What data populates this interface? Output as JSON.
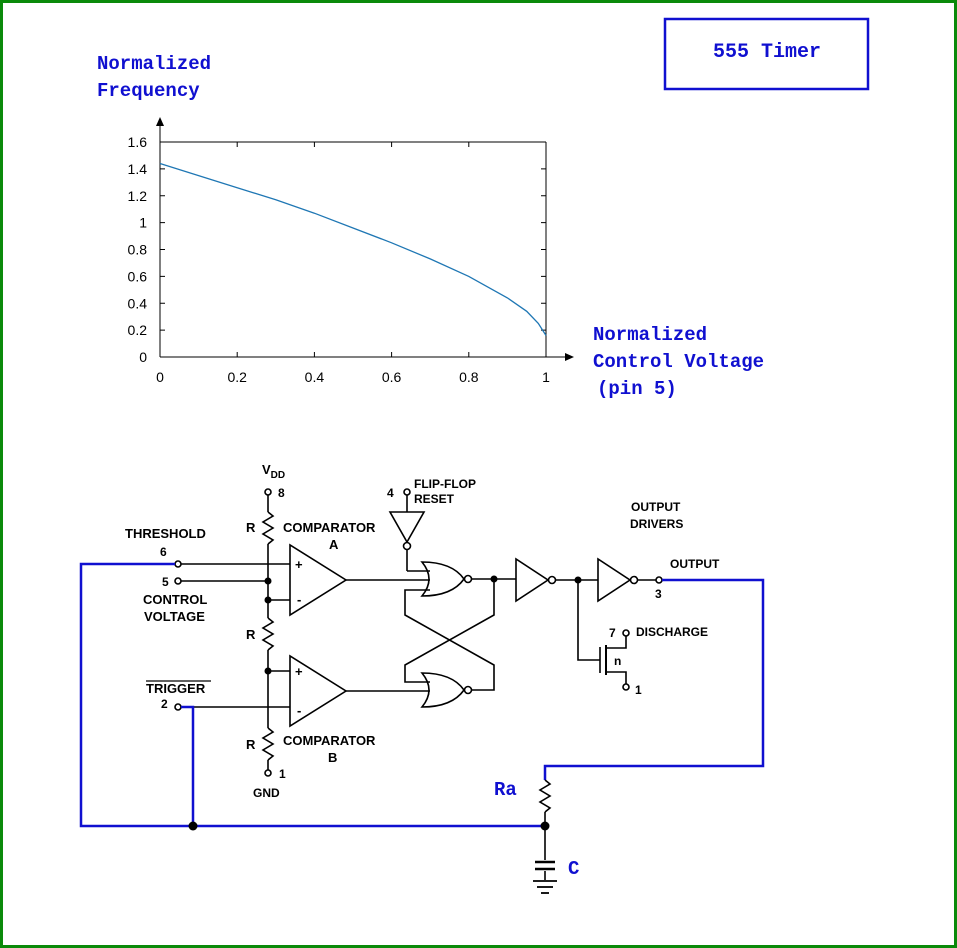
{
  "title_box": {
    "text": "555 Timer"
  },
  "colors": {
    "frame": "#0a8a0a",
    "accent": "#1010d0",
    "curve": "#1f77b4"
  },
  "chart_data": {
    "type": "line",
    "ylabel_lines": [
      "Normalized",
      "Frequency"
    ],
    "xlabel_lines": [
      "Normalized",
      "Control Voltage",
      "(pin 5)"
    ],
    "xlim": [
      0,
      1
    ],
    "ylim": [
      0,
      1.6
    ],
    "xticks": [
      0,
      0.2,
      0.4,
      0.6,
      0.8,
      1
    ],
    "yticks": [
      0,
      0.2,
      0.4,
      0.6,
      0.8,
      1,
      1.2,
      1.4,
      1.6
    ],
    "xtick_labels": [
      "0",
      "0.2",
      "0.4",
      "0.6",
      "0.8",
      "1"
    ],
    "ytick_labels": [
      "0",
      "0.2",
      "0.4",
      "0.6",
      "0.8",
      "1",
      "1.2",
      "1.4",
      "1.6"
    ],
    "grid": false,
    "x": [
      0,
      0.1,
      0.2,
      0.3,
      0.4,
      0.5,
      0.6,
      0.7,
      0.8,
      0.9,
      0.95,
      0.98,
      1.0
    ],
    "y": [
      1.44,
      1.35,
      1.26,
      1.17,
      1.07,
      0.96,
      0.85,
      0.73,
      0.6,
      0.44,
      0.34,
      0.25,
      0.16
    ]
  },
  "schematic": {
    "vdd": {
      "base": "V",
      "sub": "DD"
    },
    "pins": {
      "p8": "8",
      "p6": "6",
      "p5": "5",
      "p2": "2",
      "p1_gnd": "1",
      "p4": "4",
      "p3": "3",
      "p7": "7",
      "p1_dis": "1"
    },
    "labels": {
      "threshold": "THRESHOLD",
      "control1": "CONTROL",
      "control2": "VOLTAGE",
      "trigger": "TRIGGER",
      "gnd": "GND",
      "r_top": "R",
      "r_mid": "R",
      "r_bot": "R",
      "comp_a1": "COMPARATOR",
      "comp_a2": "A",
      "comp_b1": "COMPARATOR",
      "comp_b2": "B",
      "ff1": "FLIP-FLOP",
      "ff2": "RESET",
      "drivers1": "OUTPUT",
      "drivers2": "DRIVERS",
      "output": "OUTPUT",
      "discharge": "DISCHARGE",
      "nmos": "n",
      "plus_a": "+",
      "minus_a": "-",
      "plus_b": "+",
      "minus_b": "-"
    },
    "external": {
      "ra": "Ra",
      "c": "C"
    }
  }
}
